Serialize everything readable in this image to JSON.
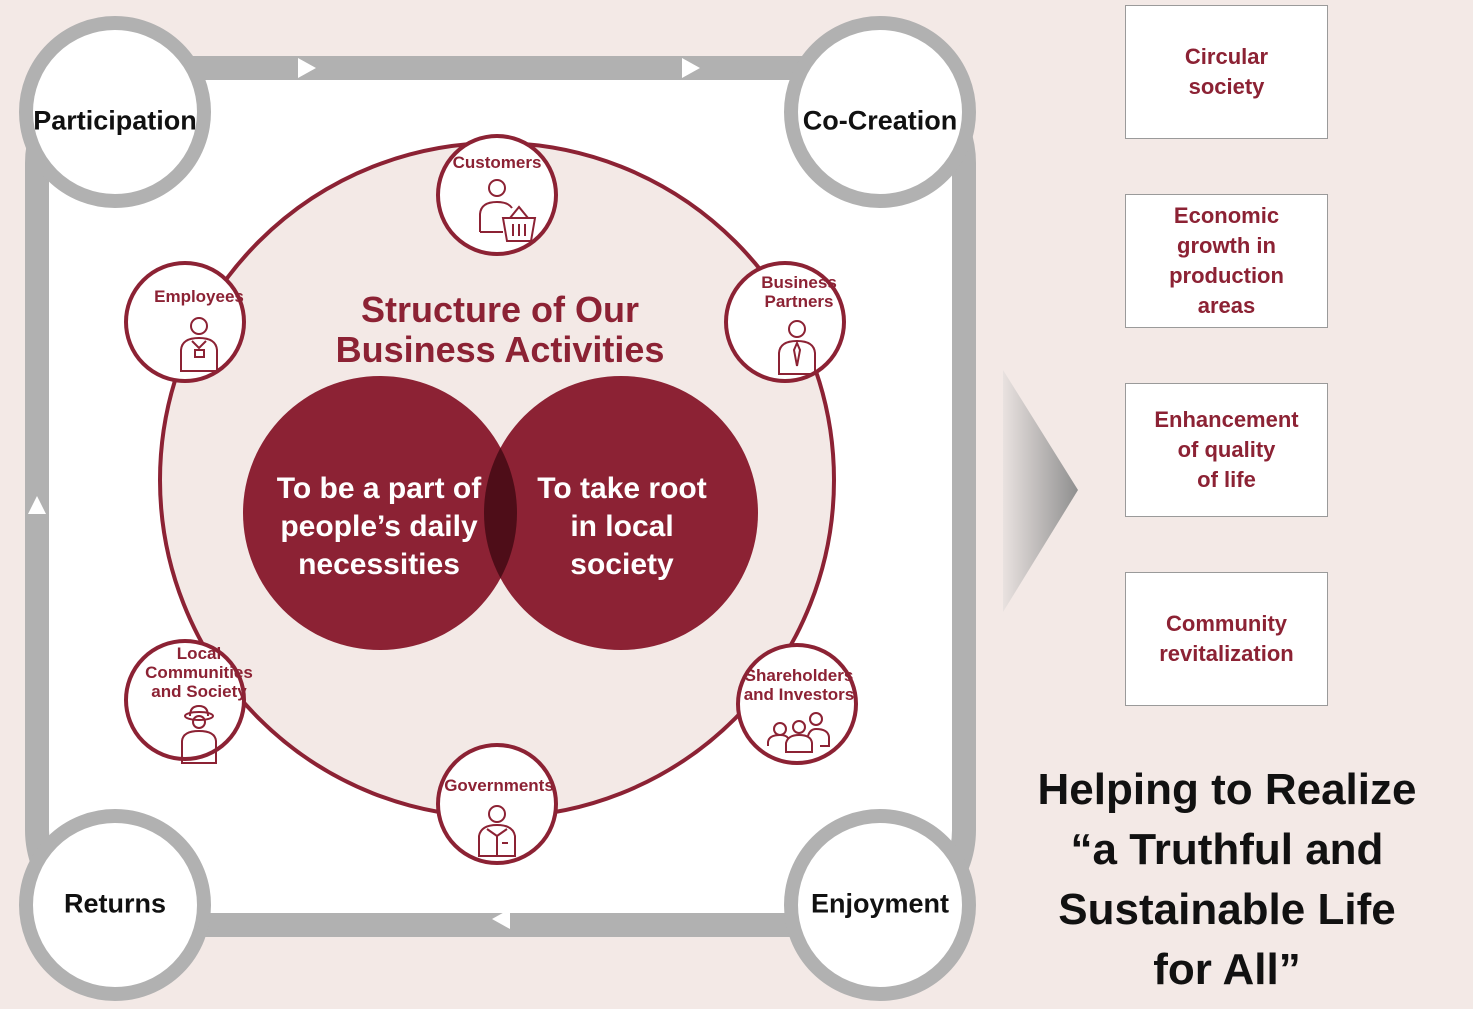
{
  "cycle": {
    "corners": [
      "Participation",
      "Co-Creation",
      "Enjoyment",
      "Returns"
    ]
  },
  "structure": {
    "title_line1": "Structure of Our",
    "title_line2": "Business Activities",
    "venn_left": [
      "To be a part of",
      "people’s daily",
      "necessities"
    ],
    "venn_right": [
      "To take root",
      "in local",
      "society"
    ]
  },
  "stakeholders": [
    {
      "label": [
        "Customers"
      ],
      "icon": "customer-basket-icon"
    },
    {
      "label": [
        "Business",
        "Partners"
      ],
      "icon": "business-partner-icon"
    },
    {
      "label": [
        "Shareholders",
        "and Investors"
      ],
      "icon": "investors-group-icon"
    },
    {
      "label": [
        "Governments"
      ],
      "icon": "government-official-icon"
    },
    {
      "label": [
        "Local",
        "Communities",
        "and Society"
      ],
      "icon": "community-person-icon"
    },
    {
      "label": [
        "Employees"
      ],
      "icon": "employee-badge-icon"
    }
  ],
  "outcomes": [
    [
      "Circular",
      "society"
    ],
    [
      "Economic",
      "growth in",
      "production",
      "areas"
    ],
    [
      "Enhancement",
      "of quality",
      "of life"
    ],
    [
      "Community",
      "revitalization"
    ]
  ],
  "slogan": [
    "Helping to Realize",
    "“a Truthful and",
    "Sustainable Life",
    "for All”"
  ],
  "colors": {
    "background": "#f3e9e6",
    "accent": "#8c2234",
    "cycle_track": "#b1b1b1",
    "white": "#ffffff"
  }
}
